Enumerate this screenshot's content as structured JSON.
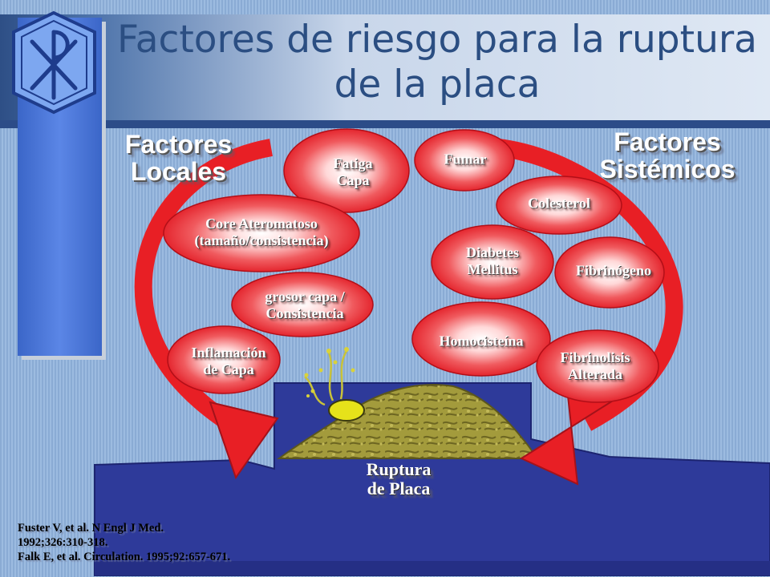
{
  "slide": {
    "title": "Factores de riesgo para la ruptura de la placa",
    "local_heading": "Factores\nLocales",
    "systemic_heading": "Factores\nSistémicos",
    "rupture_label": "Ruptura\nde Placa"
  },
  "local_factors": [
    {
      "label": "Fatiga\nCapa"
    },
    {
      "label": "Core Ateromatoso\n(tamaño/consistencia)"
    },
    {
      "label": "grosor capa /\nConsistencia"
    },
    {
      "label": "Inflamación\nde Capa"
    }
  ],
  "systemic_factors": [
    {
      "label": "Fumar"
    },
    {
      "label": "Colesterol"
    },
    {
      "label": "Diabetes\nMellitus"
    },
    {
      "label": "Fibrinógeno"
    },
    {
      "label": "Homocisteína"
    },
    {
      "label": "Fibrinolisis\nAlterada"
    }
  ],
  "references": [
    "Fuster V, et al. N Engl J Med.",
    "1992;326:310-318.",
    "Falk E, et al. Circulation. 1995;92:657-671."
  ],
  "colors": {
    "oval_red": "#e8202a",
    "arrow_red": "#e81f25",
    "vessel_blue": "#2e3a9a",
    "plaque": "#a09a3a",
    "title_blue": "#2b4e82"
  }
}
